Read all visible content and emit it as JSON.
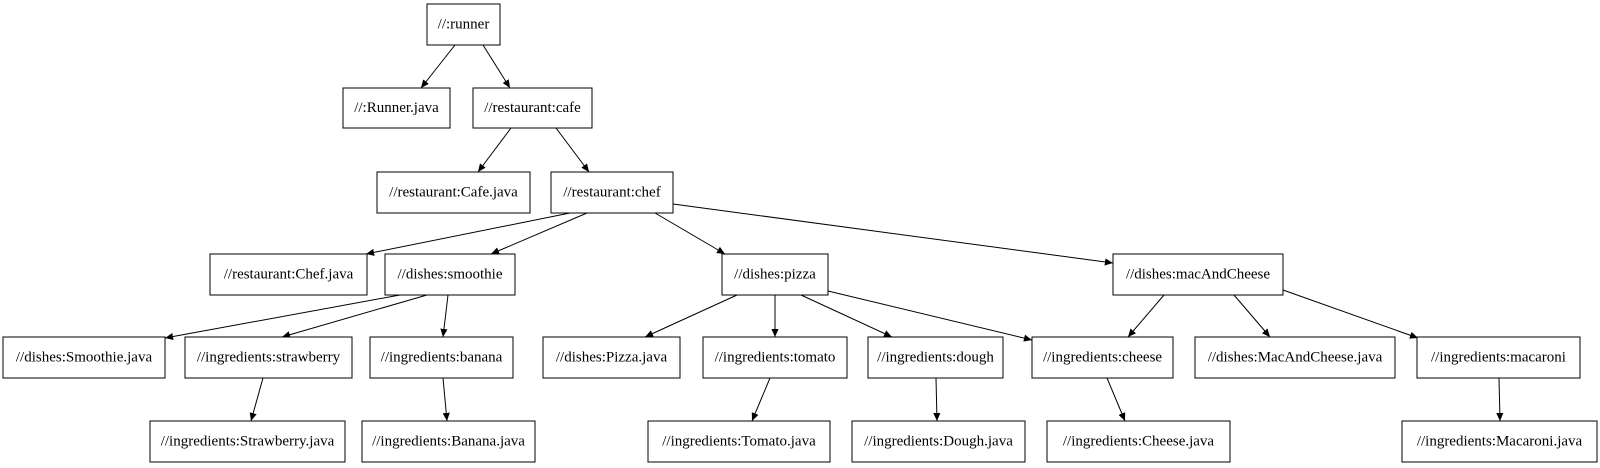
{
  "diagram": {
    "type": "dependency-graph",
    "colors": {
      "background": "#ffffff",
      "node_fill": "#ffffff",
      "node_border": "#000000",
      "edge": "#000000",
      "text": "#000000"
    },
    "nodes": {
      "runner": {
        "label": "//:runner"
      },
      "runner_java": {
        "label": "//:Runner.java"
      },
      "cafe": {
        "label": "//restaurant:cafe"
      },
      "cafe_java": {
        "label": "//restaurant:Cafe.java"
      },
      "chef": {
        "label": "//restaurant:chef"
      },
      "chef_java": {
        "label": "//restaurant:Chef.java"
      },
      "smoothie": {
        "label": "//dishes:smoothie"
      },
      "pizza": {
        "label": "//dishes:pizza"
      },
      "mac_and_cheese": {
        "label": "//dishes:macAndCheese"
      },
      "smoothie_java": {
        "label": "//dishes:Smoothie.java"
      },
      "strawberry": {
        "label": "//ingredients:strawberry"
      },
      "banana": {
        "label": "//ingredients:banana"
      },
      "pizza_java": {
        "label": "//dishes:Pizza.java"
      },
      "tomato": {
        "label": "//ingredients:tomato"
      },
      "dough": {
        "label": "//ingredients:dough"
      },
      "cheese": {
        "label": "//ingredients:cheese"
      },
      "mac_and_cheese_java": {
        "label": "//dishes:MacAndCheese.java"
      },
      "macaroni": {
        "label": "//ingredients:macaroni"
      },
      "strawberry_java": {
        "label": "//ingredients:Strawberry.java"
      },
      "banana_java": {
        "label": "//ingredients:Banana.java"
      },
      "tomato_java": {
        "label": "//ingredients:Tomato.java"
      },
      "dough_java": {
        "label": "//ingredients:Dough.java"
      },
      "cheese_java": {
        "label": "//ingredients:Cheese.java"
      },
      "macaroni_java": {
        "label": "//ingredients:Macaroni.java"
      }
    },
    "edges": [
      {
        "from": "runner",
        "to": "runner_java"
      },
      {
        "from": "runner",
        "to": "cafe"
      },
      {
        "from": "cafe",
        "to": "cafe_java"
      },
      {
        "from": "cafe",
        "to": "chef"
      },
      {
        "from": "chef",
        "to": "chef_java"
      },
      {
        "from": "chef",
        "to": "smoothie"
      },
      {
        "from": "chef",
        "to": "pizza"
      },
      {
        "from": "chef",
        "to": "mac_and_cheese"
      },
      {
        "from": "smoothie",
        "to": "smoothie_java"
      },
      {
        "from": "smoothie",
        "to": "strawberry"
      },
      {
        "from": "smoothie",
        "to": "banana"
      },
      {
        "from": "pizza",
        "to": "pizza_java"
      },
      {
        "from": "pizza",
        "to": "tomato"
      },
      {
        "from": "pizza",
        "to": "dough"
      },
      {
        "from": "pizza",
        "to": "cheese"
      },
      {
        "from": "mac_and_cheese",
        "to": "cheese"
      },
      {
        "from": "mac_and_cheese",
        "to": "mac_and_cheese_java"
      },
      {
        "from": "mac_and_cheese",
        "to": "macaroni"
      },
      {
        "from": "strawberry",
        "to": "strawberry_java"
      },
      {
        "from": "banana",
        "to": "banana_java"
      },
      {
        "from": "tomato",
        "to": "tomato_java"
      },
      {
        "from": "dough",
        "to": "dough_java"
      },
      {
        "from": "cheese",
        "to": "cheese_java"
      },
      {
        "from": "macaroni",
        "to": "macaroni_java"
      }
    ]
  }
}
